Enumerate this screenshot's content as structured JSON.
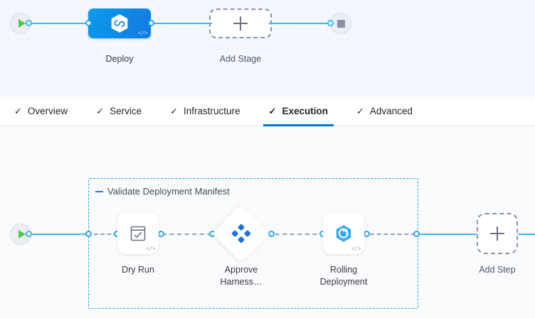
{
  "stage_canvas": {
    "start_node": {
      "icon": "play-icon"
    },
    "end_node": {
      "icon": "stop-icon"
    },
    "stage": {
      "label": "Deploy",
      "icon": "harness-hexagon-icon",
      "badge": "</>",
      "color": "#1479e0"
    },
    "add_stage": {
      "label": "Add Stage",
      "icon": "plus-icon"
    }
  },
  "tabs": {
    "check_glyph": "✓",
    "active_color": "#0278d5",
    "items": [
      {
        "label": "Overview",
        "active": false
      },
      {
        "label": "Service",
        "active": false
      },
      {
        "label": "Infrastructure",
        "active": false
      },
      {
        "label": "Execution",
        "active": true
      },
      {
        "label": "Advanced",
        "active": false
      }
    ]
  },
  "execution_canvas": {
    "start_node": {
      "icon": "play-icon"
    },
    "step_group": {
      "title": "Validate Deployment Manifest",
      "collapse_icon": "collapse-minus-icon",
      "border_color": "#2ba6f0"
    },
    "steps": [
      {
        "label": "Dry Run",
        "icon": "window-check-icon",
        "badge": "</>",
        "shape": "rounded-square"
      },
      {
        "label": "Approve\nHarness…",
        "label_line1": "Approve",
        "label_line2": "Harness…",
        "icon": "harness-approval-icon",
        "shape": "diamond"
      },
      {
        "label": "Rolling\nDeployment",
        "label_line1": "Rolling",
        "label_line2": "Deployment",
        "icon": "rolling-deployment-icon",
        "badge": "</>",
        "shape": "rounded-square"
      }
    ],
    "add_step": {
      "label": "Add Step",
      "icon": "plus-icon"
    }
  }
}
